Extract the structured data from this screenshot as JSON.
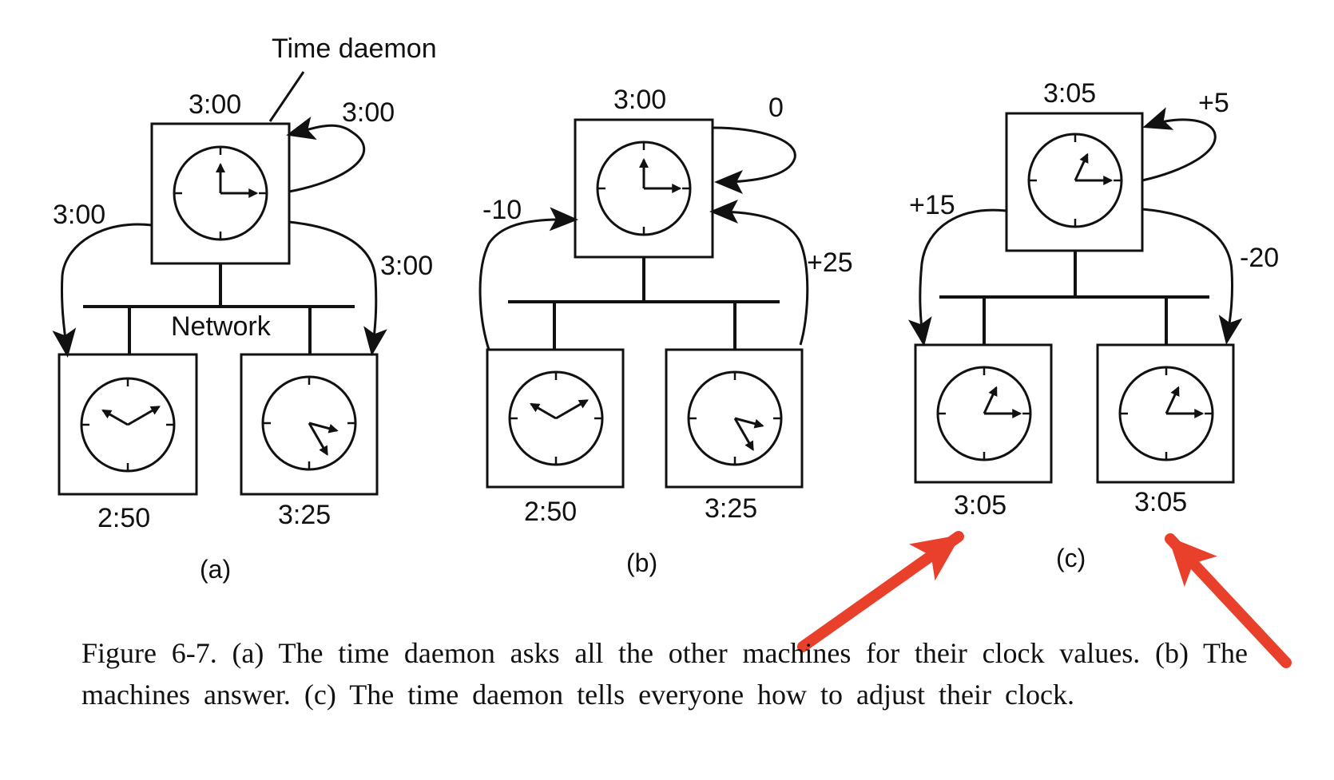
{
  "panels": [
    {
      "id": "a",
      "label": "(a)",
      "daemon_annotation": "Time daemon",
      "daemon_time": "3:00",
      "self_arrow_label": "3:00",
      "left_arrow_label": "3:00",
      "right_arrow_label": "3:00",
      "network_label": "Network",
      "left_machine_time": "2:50",
      "right_machine_time": "3:25"
    },
    {
      "id": "b",
      "label": "(b)",
      "daemon_time": "3:00",
      "self_arrow_label": "0",
      "left_arrow_label": "-10",
      "right_arrow_label": "+25",
      "left_machine_time": "2:50",
      "right_machine_time": "3:25"
    },
    {
      "id": "c",
      "label": "(c)",
      "daemon_time": "3:05",
      "self_arrow_label": "+5",
      "left_arrow_label": "+15",
      "right_arrow_label": "-20",
      "left_machine_time": "3:05",
      "right_machine_time": "3:05"
    }
  ],
  "caption": "Figure 6-7. (a) The time daemon asks all the other machines for their clock values. (b) The machines answer. (c) The time daemon tells everyone how to adjust their clock.",
  "colors": {
    "ink": "#111111",
    "highlight_arrow": "#e8402a"
  }
}
